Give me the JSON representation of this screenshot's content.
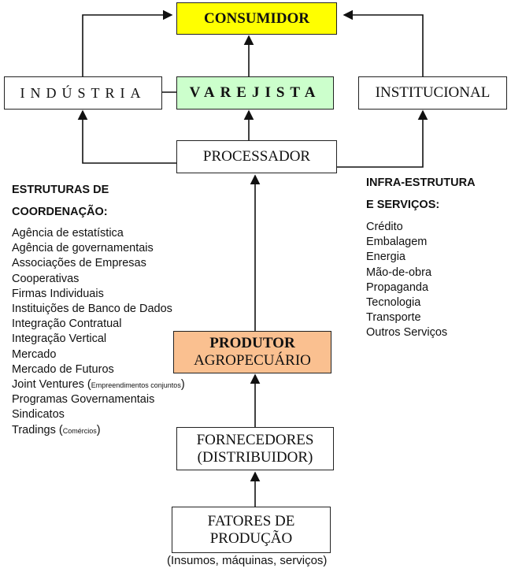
{
  "nodes": {
    "consumidor": "CONSUMIDOR",
    "industria": "INDÚSTRIA",
    "varejista": "VAREJISTA",
    "institucional": "INSTITUCIONAL",
    "processador": "PROCESSADOR",
    "produtor_line1": "PRODUTOR",
    "produtor_line2": "AGROPECUÁRIO",
    "fornecedores_line1": "FORNECEDORES",
    "fornecedores_line2": "(DISTRIBUIDOR)",
    "fatores_line1": "FATORES DE",
    "fatores_line2": "PRODUÇÃO",
    "fatores_note": "(Insumos, máquinas, serviços)"
  },
  "colors": {
    "consumidor": "#ffff00",
    "varejista": "#ccffcc",
    "produtor": "#fac090"
  },
  "coordenacao": {
    "title_line1": "ESTRUTURAS DE",
    "title_line2": "COORDENAÇÃO:",
    "items": [
      "Agência de estatística",
      "Agência de governamentais",
      "Associações de Empresas",
      "Cooperativas",
      "Firmas Individuais",
      "Instituições de Banco de Dados",
      "Integração Contratual",
      "Integração Vertical",
      "Mercado",
      "Mercado de Futuros",
      "Programas Governamentais",
      "Sindicatos"
    ],
    "joint": "Joint Ventures (",
    "joint_note": "Empreendimentos conjuntos",
    "close": ")",
    "tradings": "Tradings (",
    "tradings_note": "Comércios"
  },
  "infra": {
    "title_line1": "INFRA-ESTRUTURA",
    "title_line2": "E SERVIÇOS:",
    "items": [
      "Crédito",
      "Embalagem",
      "Energia",
      "Mão-de-obra",
      "Propaganda",
      "Tecnologia",
      "Transporte",
      "Outros Serviços"
    ]
  }
}
